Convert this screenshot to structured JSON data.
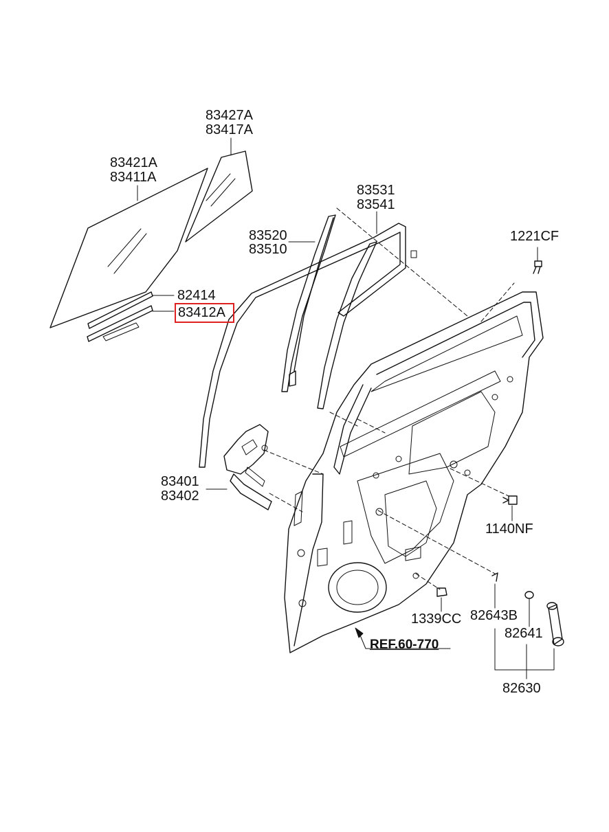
{
  "labels": {
    "p83427A": "83427A",
    "p83417A": "83417A",
    "p83421A": "83421A",
    "p83411A": "83411A",
    "p82414": "82414",
    "p83412A": "83412A",
    "p83531": "83531",
    "p83541": "83541",
    "p83520": "83520",
    "p83510": "83510",
    "p1221CF": "1221CF",
    "p83401": "83401",
    "p83402": "83402",
    "p1140NF": "1140NF",
    "p1339CC": "1339CC",
    "p82643B": "82643B",
    "p82641": "82641",
    "p82630": "82630",
    "ref": "REF.60-770"
  },
  "highlight": {
    "part": "83412A",
    "color": "#e02020"
  }
}
